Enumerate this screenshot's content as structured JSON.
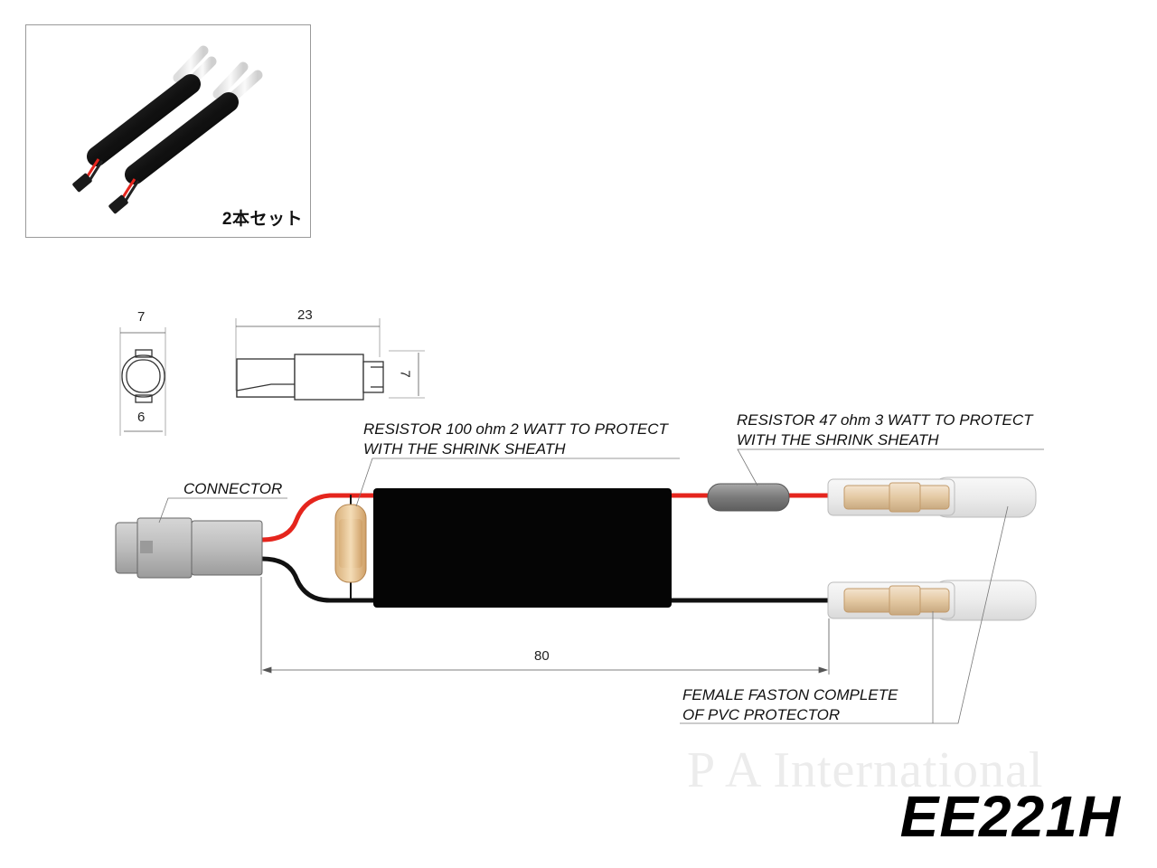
{
  "inset": {
    "caption": "2本セット"
  },
  "product_code": "EE221H",
  "watermark": "P A International",
  "dimensions": {
    "end_width": "7",
    "end_height": "6",
    "connector_length": "23",
    "connector_height": "7",
    "cable_length": "80"
  },
  "labels": {
    "connector": "CONNECTOR",
    "resistor_100_line1": "RESISTOR 100 ohm 2 WATT TO PROTECT",
    "resistor_100_line2": "WITH THE SHRINK SHEATH",
    "resistor_47_line1": "RESISTOR 47 ohm 3 WATT TO PROTECT",
    "resistor_47_line2": "WITH THE SHRINK SHEATH",
    "faston_line1": "FEMALE FASTON COMPLETE",
    "faston_line2": "OF PVC PROTECTOR"
  },
  "colors": {
    "wire_red": "#e5251d",
    "wire_black": "#111111",
    "sheath": "#050505",
    "connector_gray": "#b8b8b8",
    "resistor_beige": "#e8c79a",
    "resistor_gray": "#8a8a8a"
  }
}
